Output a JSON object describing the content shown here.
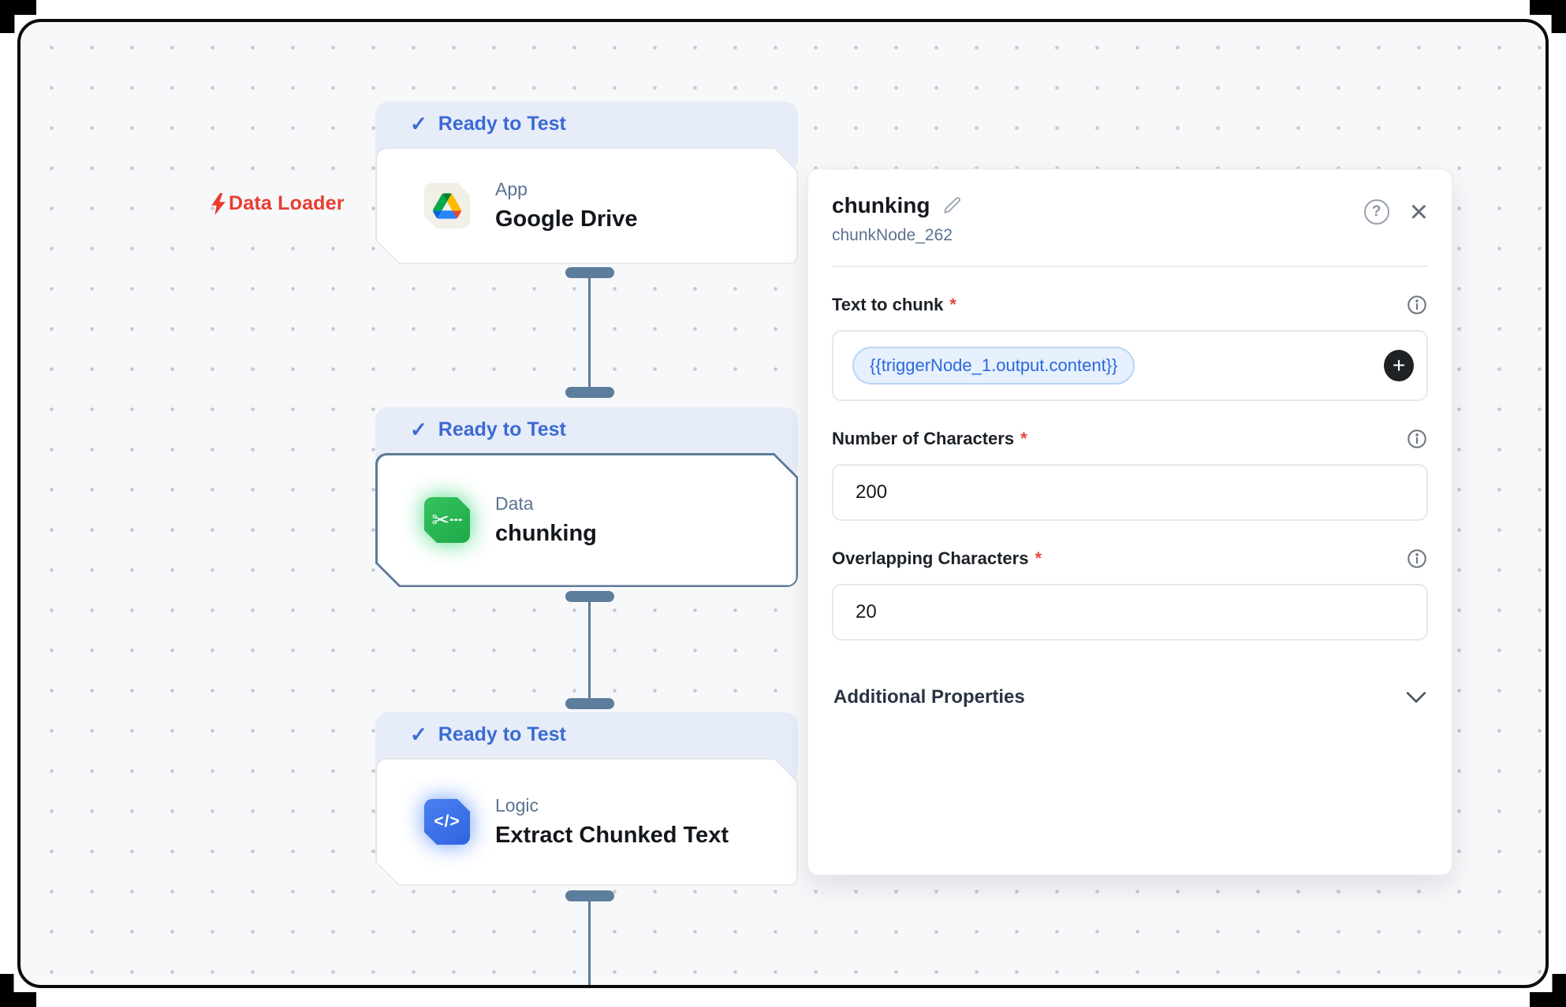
{
  "glyphs": {
    "check": "✓",
    "close": "×",
    "plus": "+",
    "help": "?",
    "asterisk": "*",
    "scissors": "✂┄",
    "code": "</>"
  },
  "canvas": {
    "group_label": "Data Loader",
    "nodes": [
      {
        "status": "Ready to Test",
        "category": "App",
        "title": "Google Drive",
        "icon": "google-drive-icon",
        "selected": false
      },
      {
        "status": "Ready to Test",
        "category": "Data",
        "title": "chunking",
        "icon": "scissors-icon",
        "selected": true
      },
      {
        "status": "Ready to Test",
        "category": "Logic",
        "title": "Extract Chunked Text",
        "icon": "code-icon",
        "selected": false
      }
    ]
  },
  "panel": {
    "title": "chunking",
    "node_id": "chunkNode_262",
    "fields": [
      {
        "label": "Text to chunk",
        "required": true,
        "chip": "{{triggerNode_1.output.content}}"
      },
      {
        "label": "Number of Characters",
        "required": true,
        "value": "200"
      },
      {
        "label": "Overlapping Characters",
        "required": true,
        "value": "20"
      }
    ],
    "additional_properties_label": "Additional Properties"
  },
  "colors": {
    "badge_bg": "#e7ecf9",
    "badge_text": "#3a6bd3",
    "group_label_red": "#e93c31",
    "connector_slate": "#5d7d9c",
    "selected_border": "#5d7b99",
    "node_green": "#2bb755",
    "node_blue": "#3f74e8",
    "chip_bg": "#e7f0fd",
    "chip_text": "#2a68dd",
    "required_red": "#e5473d",
    "canvas_bg": "#f7f8fa"
  }
}
